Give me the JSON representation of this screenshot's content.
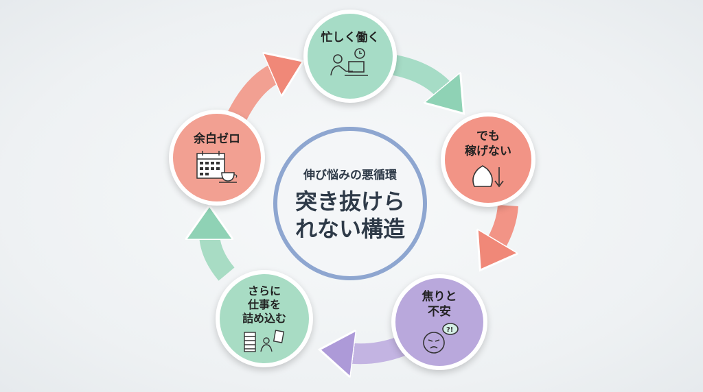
{
  "center": {
    "subtitle": "伸び悩みの悪循環",
    "title": "突き抜けら\nれない構造"
  },
  "nodes": [
    {
      "label": "忙しく働く",
      "icon": "person-laptop-clock-icon",
      "color": "#a6dcc6"
    },
    {
      "label": "でも\n稼げない",
      "icon": "money-bag-down-icon",
      "color": "#f29486"
    },
    {
      "label": "焦りと\n不安",
      "icon": "frustrated-face-icon",
      "color": "#b9a8dc"
    },
    {
      "label": "さらに\n仕事を\n詰め込む",
      "icon": "paper-stack-worker-icon",
      "color": "#a8dcc4"
    },
    {
      "label": "余白ゼロ",
      "icon": "calendar-cup-icon",
      "color": "#f2a092"
    }
  ],
  "colors": {
    "ring": "#8ea6d0",
    "green": "#9fd8bf",
    "salmon": "#f2998a",
    "purple": "#b9a8dc"
  }
}
